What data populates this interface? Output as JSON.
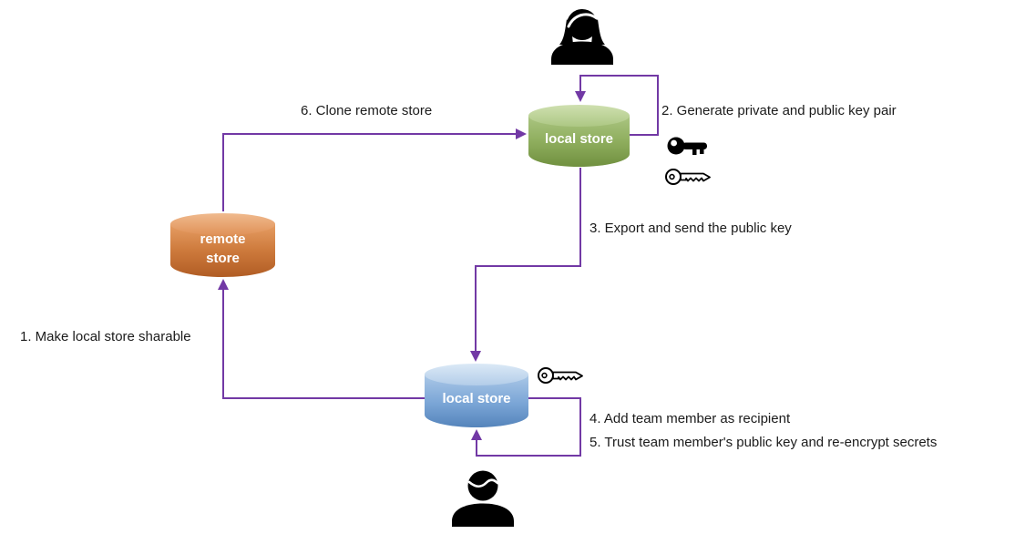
{
  "diagram": {
    "title_hint": "secret store sharing workflow",
    "nodes": {
      "local_store_top": {
        "label": "local store",
        "color": "#8fae5e"
      },
      "remote_store": {
        "label": "remote store",
        "color": "#cd7a3c"
      },
      "local_store_bottom": {
        "label": "local store",
        "color": "#7aa5d6"
      }
    },
    "steps": {
      "step1": "1. Make local store sharable",
      "step2": "2. Generate private and public key pair",
      "step3": "3. Export and send the public key",
      "step4": "4. Add team member as recipient",
      "step5": "5. Trust team member's public key and re-encrypt secrets",
      "step6": "6. Clone remote store"
    },
    "icons": {
      "team_member_top": "person-female-icon",
      "team_member_bottom": "person-male-icon",
      "private_key": "private-key-icon",
      "public_key_generated": "public-key-icon",
      "public_key_received": "public-key-icon"
    },
    "colors": {
      "connector": "#7239a5",
      "text": "#1b1b1b",
      "icon": "#000000"
    }
  }
}
